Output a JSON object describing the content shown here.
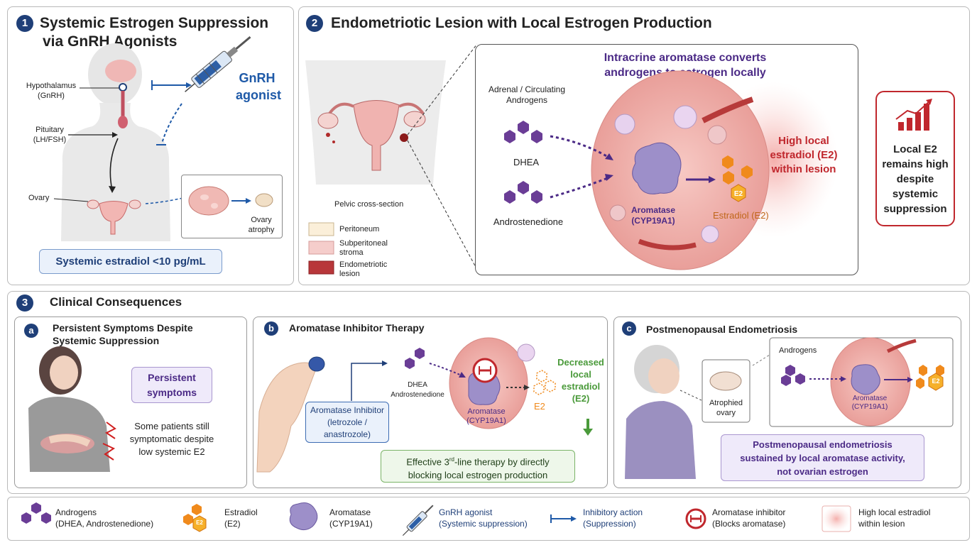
{
  "panel1": {
    "number": "1",
    "title_line1": "Systemic Estrogen Suppression",
    "title_line2": "via GnRH Agonists",
    "hypothalamus": "Hypothalamus\n(GnRH)",
    "pituitary": "Pituitary\n(LH/FSH)",
    "ovary": "Ovary",
    "gnrh_label": "GnRH\nagonist",
    "ovary_atrophy": "Ovary\natrophy",
    "estradiol_box": "Systemic estradiol <10 pg/mL"
  },
  "panel2": {
    "number": "2",
    "title": "Endometriotic Lesion with Local Estrogen Production",
    "pelvic_caption": "Pelvic cross-section",
    "key": [
      "Peritoneum",
      "Subperitoneal\nstroma",
      "Endometriotic\nlesion"
    ],
    "intracrine": "Intracrine aromatase converts\nandrogens to estrogen locally",
    "adrenal": "Adrenal / Circulating\nAndrogens",
    "dhea": "DHEA",
    "androstenedione": "Androstenedione",
    "aromatase": "Aromatase\n(CYP19A1)",
    "e2_hex": "E2",
    "estradiol": "Estradiol (E2)",
    "high_local": "High local\nestradiol (E2)\nwithin lesion",
    "local_e2_box": "Local E2\nremains high\ndespite\nsystemic\nsuppression"
  },
  "panel3": {
    "number": "3",
    "title": "Clinical Consequences",
    "a": {
      "letter": "a",
      "title": "Persistent Symptoms Despite\nSystemic Suppression",
      "box": "Persistent\nsymptoms",
      "text": "Some patients still\nsymptomatic despite\nlow systemic E2"
    },
    "b": {
      "letter": "b",
      "title": "Aromatase Inhibitor Therapy",
      "inhibitor": "Aromatase Inhibitor\n(letrozole /\nanastrozole)",
      "substrates": "DHEA\nAndrostenedione",
      "aromatase": "Aromatase\n(CYP19A1)",
      "e2": "E2",
      "decreased": "Decreased\nlocal\nestradiol\n(E2)",
      "effective_line1_pre": "Effective 3",
      "effective_sup": "rd",
      "effective_line1_post": "-line therapy by directly",
      "effective_line2": "blocking local estrogen production"
    },
    "c": {
      "letter": "c",
      "title": "Postmenopausal Endometriosis",
      "atrophied": "Atrophied\novary",
      "androgens": "Androgens",
      "aromatase": "Aromatase\n(CYP19A1)",
      "e2": "E2",
      "box": "Postmenopausal endometriosis\nsustained by local aromatase activity,\nnot ovarian estrogen"
    }
  },
  "legend": [
    {
      "label": "Androgens\n(DHEA, Androstenedione)",
      "icon": "androgen-hexagons-icon"
    },
    {
      "label": "Estradiol\n(E2)",
      "icon": "estradiol-hexagons-icon",
      "badge": "E2"
    },
    {
      "label": "Aromatase\n(CYP19A1)",
      "icon": "aromatase-blob-icon"
    },
    {
      "label": "GnRH agonist\n(Systemic suppression)",
      "icon": "syringe-icon"
    },
    {
      "label": "Inhibitory action\n(Suppression)",
      "icon": "inhibitory-arrow-icon"
    },
    {
      "label": "Aromatase inhibitor\n(Blocks aromatase)",
      "icon": "inhibitor-symbol-icon"
    },
    {
      "label": "High local estradiol\nwithin lesion",
      "icon": "high-estradiol-swatch-icon"
    }
  ],
  "colors": {
    "navy": "#1f3f78",
    "purple": "#4b2a86",
    "androgen": "#6a3d96",
    "estradiol": "#f08a1c",
    "red": "#c0272d",
    "green_box": "#eef7ea",
    "lavender_box": "#efeafa",
    "blue_box": "#eaf1fb",
    "tissue": "#f2c1bf"
  }
}
